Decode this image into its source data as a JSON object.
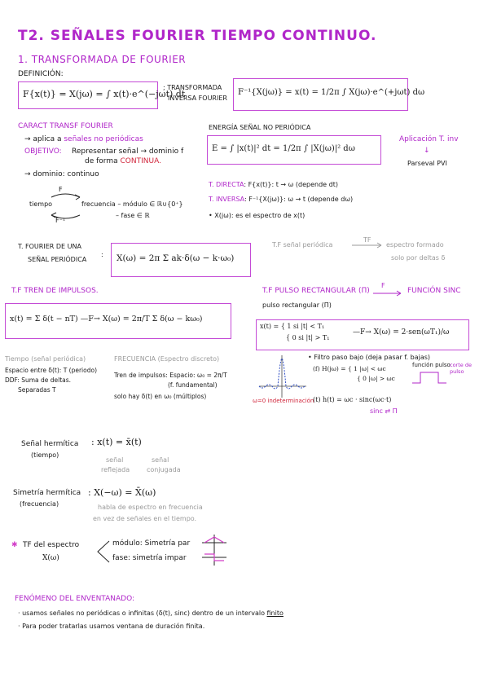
{
  "title": "T2. SEÑALES FOURIER TIEMPO CONTINUO.",
  "s1": {
    "heading": "1. TRANSFORMADA DE FOURIER",
    "definicion": "DEFINICIÓN:",
    "ft_formula": "F{x(t)} = X(jω) = ∫ x(t)·e^(−jωt) dt",
    "inv_label": "; TRANSFORMADA INVERSA FOURIER:",
    "inv_label_1": "; TRANSFORMADA",
    "inv_label_2": "INVERSA FOURIER",
    "ift_formula": "F⁻¹{X(jω)} = x(t) = 1/2π ∫ X(jω)·e^(+jωt) dω"
  },
  "caract": {
    "heading": "CARACT TRANSF FOURIER",
    "l1_prefix": "→ aplica a",
    "l1_hl": "señales no periódicas",
    "objetivo": "OBJETIVO:",
    "obj_1": "Representar señal → dominio f",
    "obj_2_prefix": "de forma",
    "obj_2_hl": "CONTINUA.",
    "dominio": "→ dominio: continuo",
    "tiempo": "tiempo",
    "F": "F",
    "Finv": "F⁻¹",
    "frecuencia": "frecuencia – módulo ∈ ℝ∪{0⁺}",
    "fase": "– fase ∈ ℝ"
  },
  "energia": {
    "heading": "ENERGÍA SEÑAL NO PERIÓDICA",
    "formula": "E = ∫ |x(t)|² dt = 1/2π ∫ |X(jω)|² dω"
  },
  "aplicacion": {
    "heading": "Aplicación T. inv",
    "sub": "Parseval PVI"
  },
  "directa": {
    "l1_label": "T. DIRECTA",
    "l1": ": F{x(t)}: t → ω (depende dt)",
    "l2_label": "T. INVERSA",
    "l2": ": F⁻¹{X(jω)}: ω → t (depende dω)",
    "l3": "• X(jω): es el espectro de x(t)"
  },
  "periodica": {
    "label_1": "T. FOURIER DE UNA",
    "label_2": "SEÑAL PERIÓDICA",
    "colon": ":",
    "formula": "X(ω) = 2π Σ ak·δ(ω − k·ω₀)",
    "note_prefix": "T.F señal periódica",
    "note_arrow": "TF",
    "note_suffix": "espectro formado",
    "note_2": "solo por deltas δ"
  },
  "tren": {
    "heading": "T.F TREN DE IMPULSOS.",
    "formula": "x(t) = Σ δ(t − nT)  —F→  X(ω) = 2π/T Σ δ(ω − kω₀)",
    "tiempo_hdr": "Tiempo (señal periódica)",
    "t1": "Espacio entre δ(t): T (periodo)",
    "t2": "DDF: Suma de deltas.",
    "t3": "Separadas T",
    "freq_hdr": "FRECUENCIA (Espectro discreto)",
    "f1": "Tren de impulsos: Espacio: ω₀ = 2π/T",
    "f2": "(f. fundamental)",
    "f3": "solo hay δ(t) en ω₀ (múltiplos)"
  },
  "pulso": {
    "heading": "T.F PULSO RECTANGULAR (Π)",
    "heading_arrow": "F",
    "heading_suffix": "FUNCIÓN SINC",
    "sub": "pulso rectangular (Π)",
    "formula_l1": "x(t) = { 1 si |t| < T₁",
    "formula_l2": "{ 0 si |t| > T₁",
    "formula_res": "—F→ X(ω) = 2·sen(ωT₁)/ω",
    "filtro_1": "• Filtro paso bajo (deja pasar f. bajas)",
    "filtro_fn": "(f) H(jω) = { 1 |ω| < ωc",
    "filtro_fn2": "{ 0 |ω| > ωc",
    "funcion_pulso": "función pulso",
    "corte": "corte de pulso",
    "ht": "(t) h(t) = ωc · sinc(ωc·t)",
    "sinc_pi": "sinc ⇄ Π",
    "indet": "ω=0 indeterminación"
  },
  "hermitica": {
    "label_1": "Señal hermítica",
    "label_2": "(tiempo)",
    "formula": ": x(t) = x̄(t)",
    "n1_1": "señal",
    "n1_2": "reflejada",
    "n2_1": "señal",
    "n2_2": "conjugada"
  },
  "simetria": {
    "label_1": "Simetría hermítica",
    "label_2": "(frecuencia)",
    "formula": ": X(−ω) = X̄(ω)",
    "note_1": "habla de espectro en frecuencia",
    "note_2": "en vez de señales en el tiempo."
  },
  "espectro": {
    "label_1": "TF del espectro",
    "label_2": "X(ω)",
    "modulo": "módulo: Simetría par",
    "fase": "fase: simetría impar"
  },
  "enventanado": {
    "heading": "FENÓMENO DEL ENVENTANADO:",
    "l1_prefix": "· usamos señales no periódicas o infinitas (δ(t), sinc) dentro de un intervalo",
    "l1_ul": "finito",
    "l2": "· Para poder tratarlas usamos ventana de duración finita."
  },
  "colors": {
    "accent": "#b026c9",
    "box_border": "#c44bd6",
    "grey_note": "#9a9a9a"
  }
}
